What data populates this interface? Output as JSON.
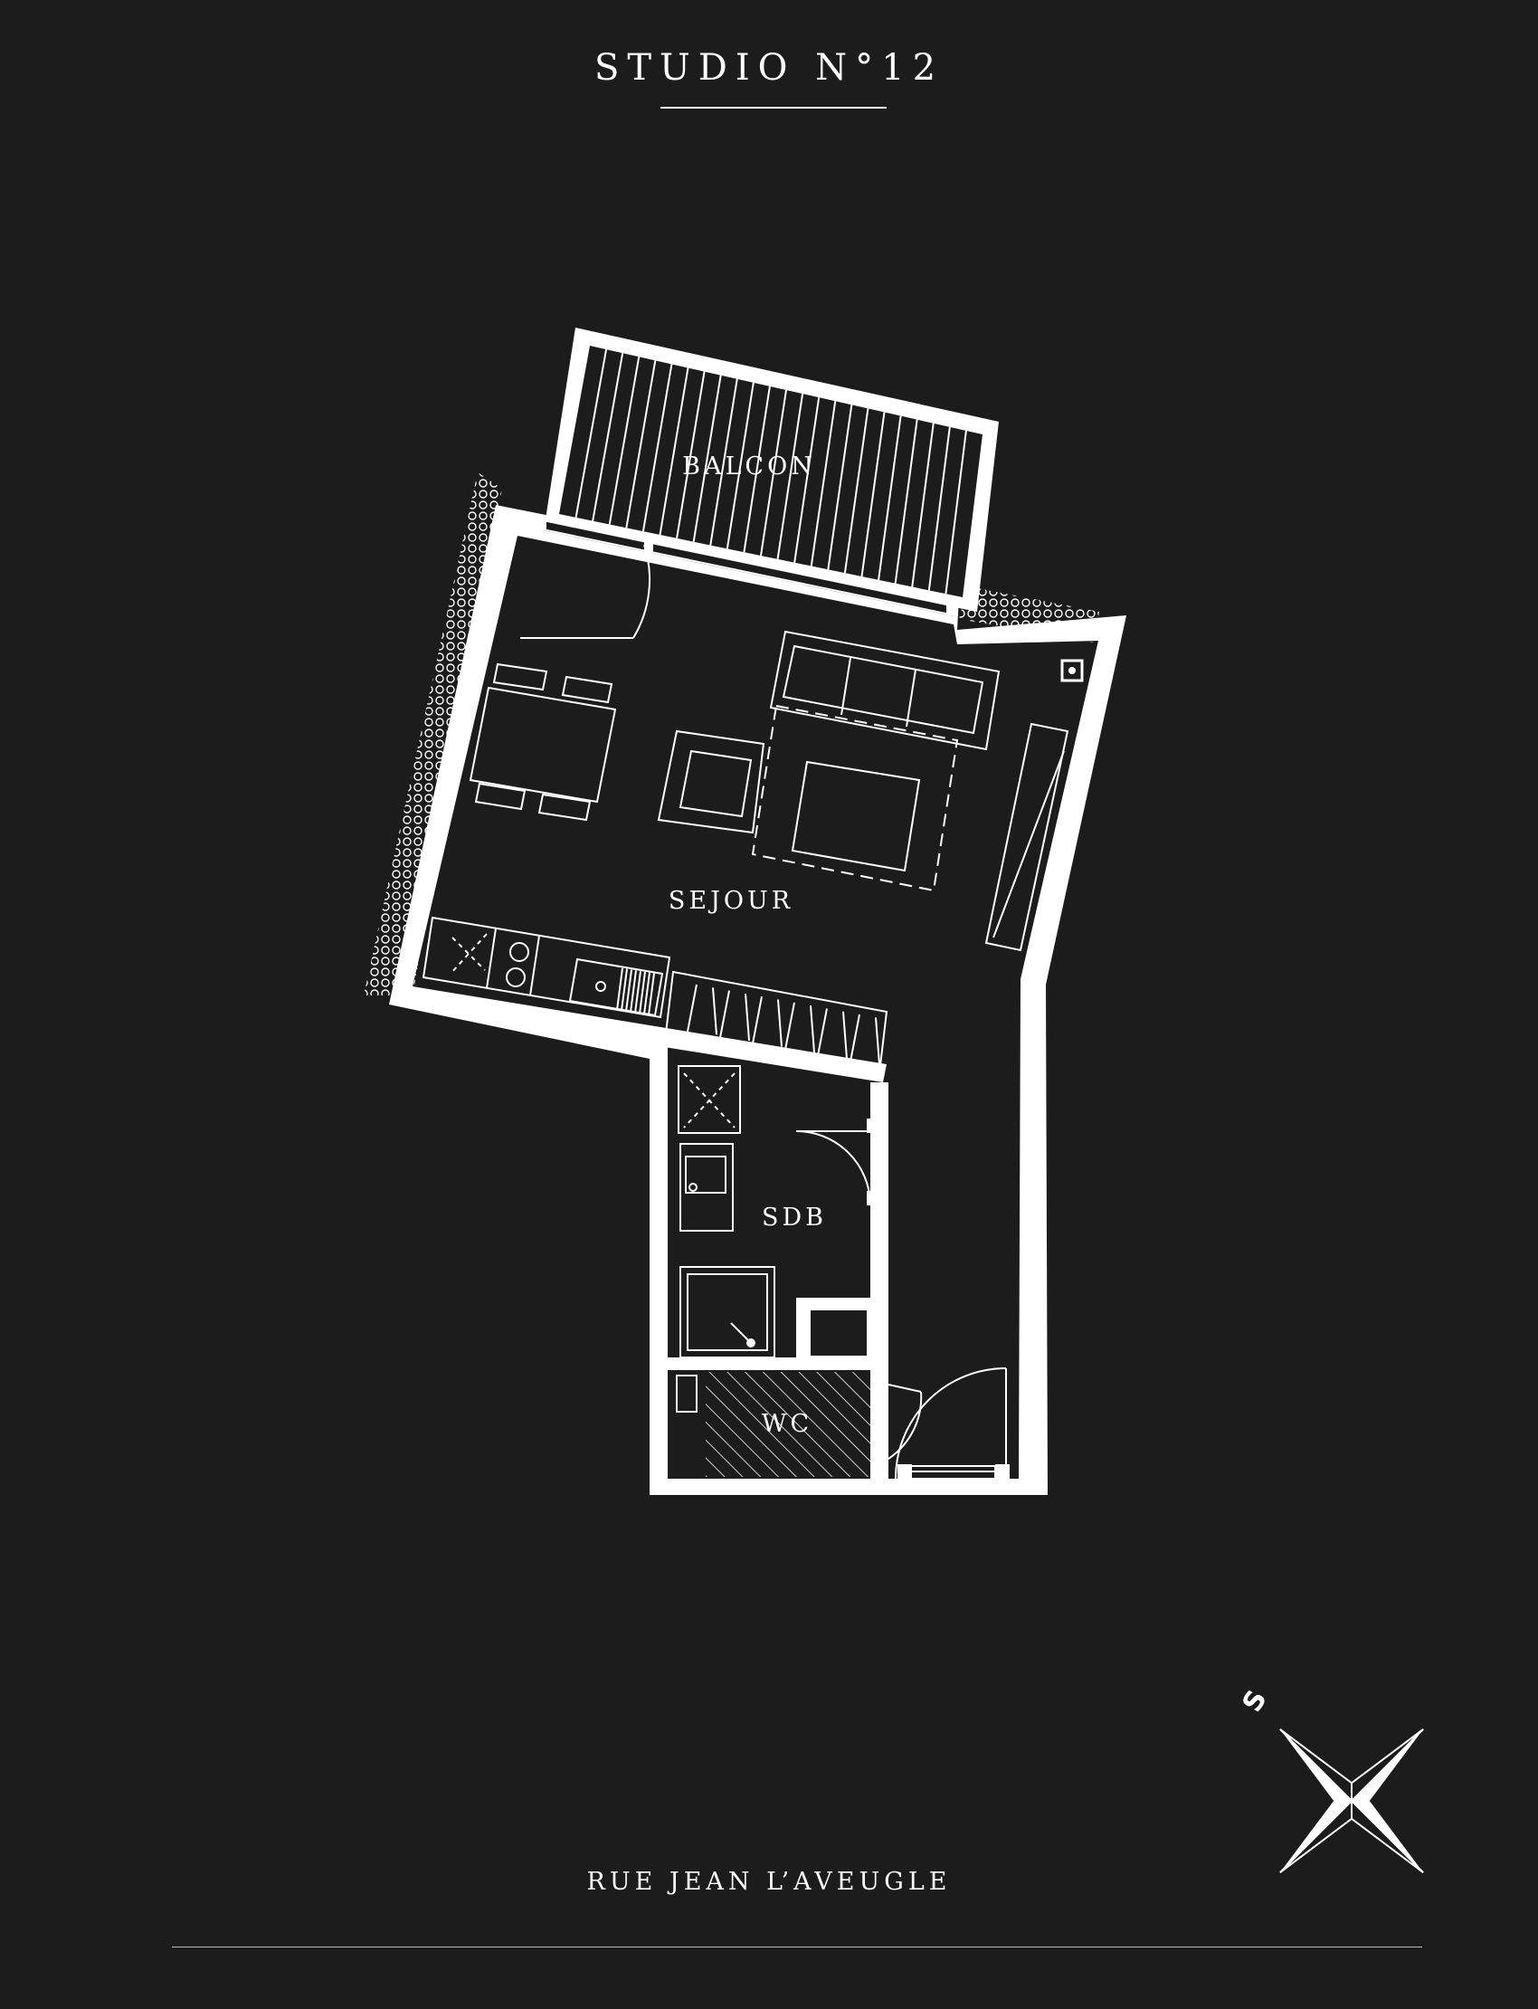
{
  "header": {
    "title": "STUDIO N°12"
  },
  "plan": {
    "rooms": {
      "balcon": "BALCON",
      "sejour": "SEJOUR",
      "sdb": "SDB",
      "wc": "WC"
    }
  },
  "footer": {
    "street": "RUE JEAN L’AVEUGLE"
  },
  "compass": {
    "label": "S"
  },
  "colors": {
    "background": "#1c1c1c",
    "ink": "#ffffff"
  }
}
